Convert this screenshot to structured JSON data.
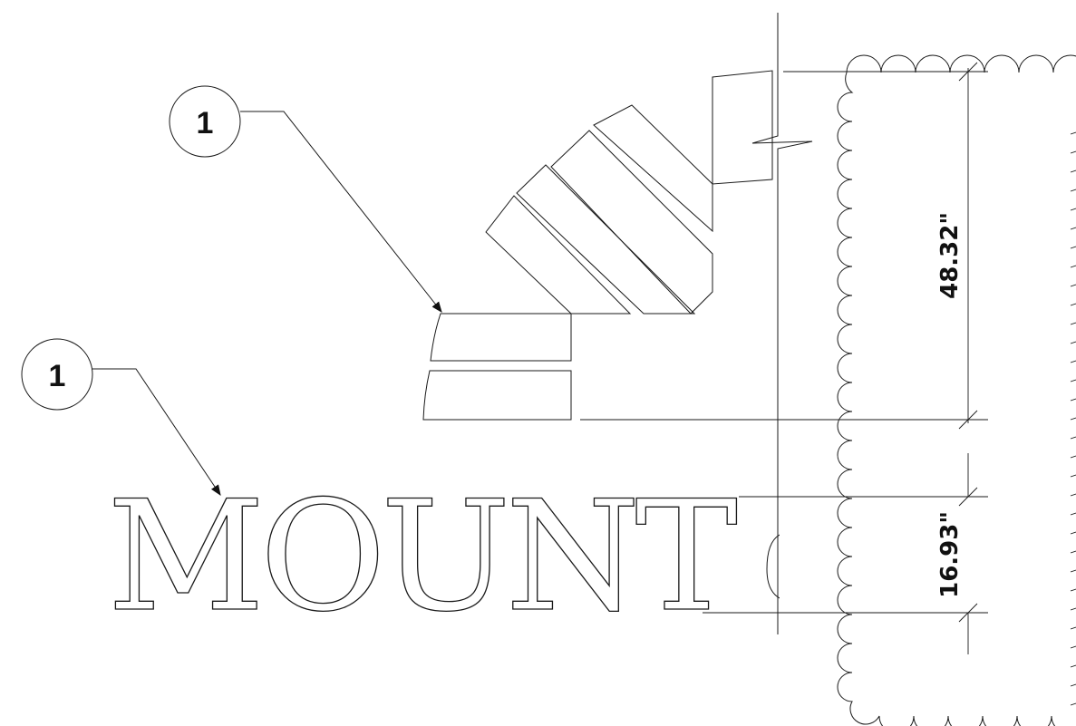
{
  "callouts": [
    {
      "number": "1"
    },
    {
      "number": "1"
    }
  ],
  "sign_text": "MOUNT",
  "dimensions": {
    "upper": "48.32\"",
    "lower": "16.93\""
  },
  "colors": {
    "line": "#1a1a1a",
    "background": "#ffffff"
  }
}
